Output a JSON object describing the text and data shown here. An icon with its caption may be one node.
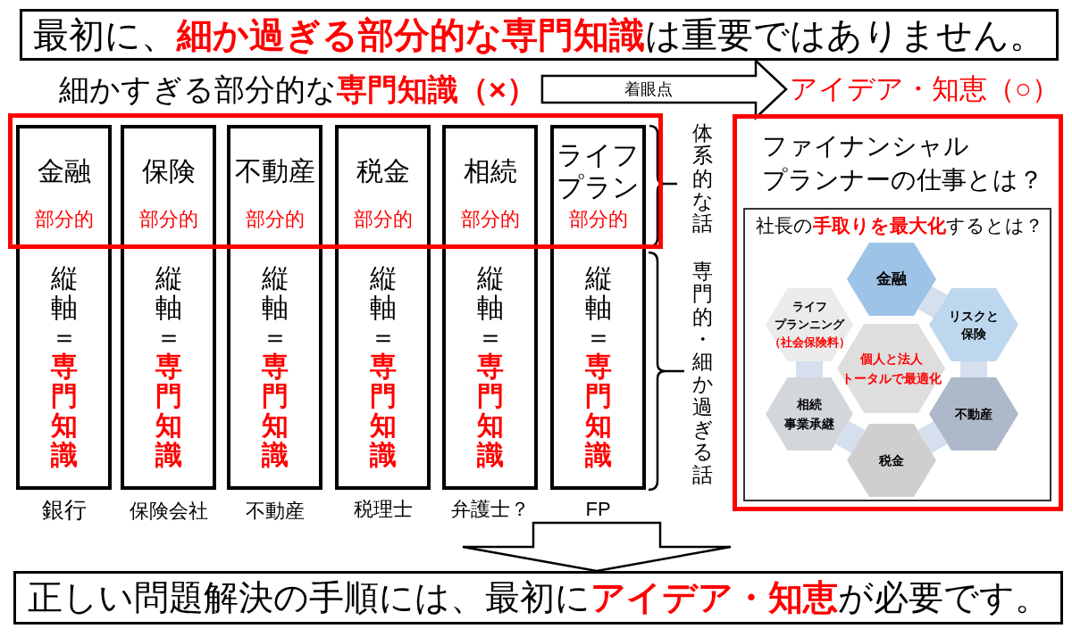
{
  "diagram": {
    "nodes": [
      {
        "text": [
          "最初に、**細か過ぎる部分的な専門知識**は重要ではありません。"
        ]
      },
      {
        "text": [
          "細かすぎる部分的な**専門知識（×）**"
        ]
      },
      {
        "text": [
          "アイデア・知恵（○）"
        ]
      },
      {
        "text": [],
        "shape": "box"
      },
      {
        "text": [
          "金融",
          "部分的"
        ],
        "in": 3
      },
      {
        "text": [
          "保険",
          "部分的"
        ],
        "in": 3
      },
      {
        "text": [
          "不動産",
          "部分的"
        ],
        "in": 3
      },
      {
        "text": [
          "税金",
          "部分的"
        ],
        "in": 3
      },
      {
        "text": [
          "相続",
          "部分的"
        ],
        "in": 3
      },
      {
        "text": [
          "ライフプラン",
          "部分的"
        ],
        "in": 3
      },
      {
        "text": [
          "縦軸＝**専門知識**"
        ],
        "beside": [
          "銀行"
        ]
      },
      {
        "text": [
          "縦軸＝**専門知識**"
        ],
        "beside": [
          "保険会社"
        ]
      },
      {
        "text": [
          "縦軸＝**専門知識**"
        ],
        "beside": [
          "不動産"
        ]
      },
      {
        "text": [
          "縦軸＝**専門知識**"
        ],
        "beside": [
          "税理士"
        ]
      },
      {
        "text": [
          "縦軸＝**専門知識**"
        ],
        "beside": [
          "弁護士？"
        ]
      },
      {
        "text": [
          "縦軸＝**専門知識**"
        ],
        "beside": [
          "FP"
        ]
      },
      {
        "text": [
          "ファイナンシャルプランナーの仕事とは？"
        ]
      },
      {
        "text": [
          "社長の**手取りを最大化**するとは？"
        ],
        "in": 16
      },
      {
        "text": [
          "金融"
        ],
        "in": 17
      },
      {
        "text": [
          "ライフプランニング",
          "（社会保険料）"
        ],
        "in": 17
      },
      {
        "text": [
          "リスクと保険"
        ],
        "in": 17
      },
      {
        "text": [
          "個人と法人トータルで最適化"
        ],
        "in": 17
      },
      {
        "text": [
          "相続事業承継"
        ],
        "in": 17
      },
      {
        "text": [
          "不動産"
        ],
        "in": 17
      },
      {
        "text": [
          "税金"
        ],
        "in": 17
      },
      {
        "text": [
          "正しい問題解決の手順には、最初に**アイデア・知恵**が必要です。"
        ]
      }
    ],
    "edges": [
      {
        "from": 1,
        "to": 2,
        "arrow": "to",
        "label": "着眼点"
      },
      {
        "from": null,
        "to": 25,
        "arrow": "to"
      },
      {
        "from": 18,
        "to": 20,
        "arrow": "none",
        "color": "#d5dfee"
      },
      {
        "from": 20,
        "to": 23,
        "arrow": "none",
        "color": "#d5dfee"
      },
      {
        "from": 23,
        "to": 24,
        "arrow": "none",
        "color": "#d5dfee"
      },
      {
        "from": 24,
        "to": 22,
        "arrow": "none",
        "color": "#d5dfee"
      },
      {
        "from": 22,
        "to": 19,
        "arrow": "none",
        "color": "#d5dfee"
      }
    ],
    "labels": [
      "体系的な話",
      "専門的・細か過ぎる話"
    ]
  }
}
